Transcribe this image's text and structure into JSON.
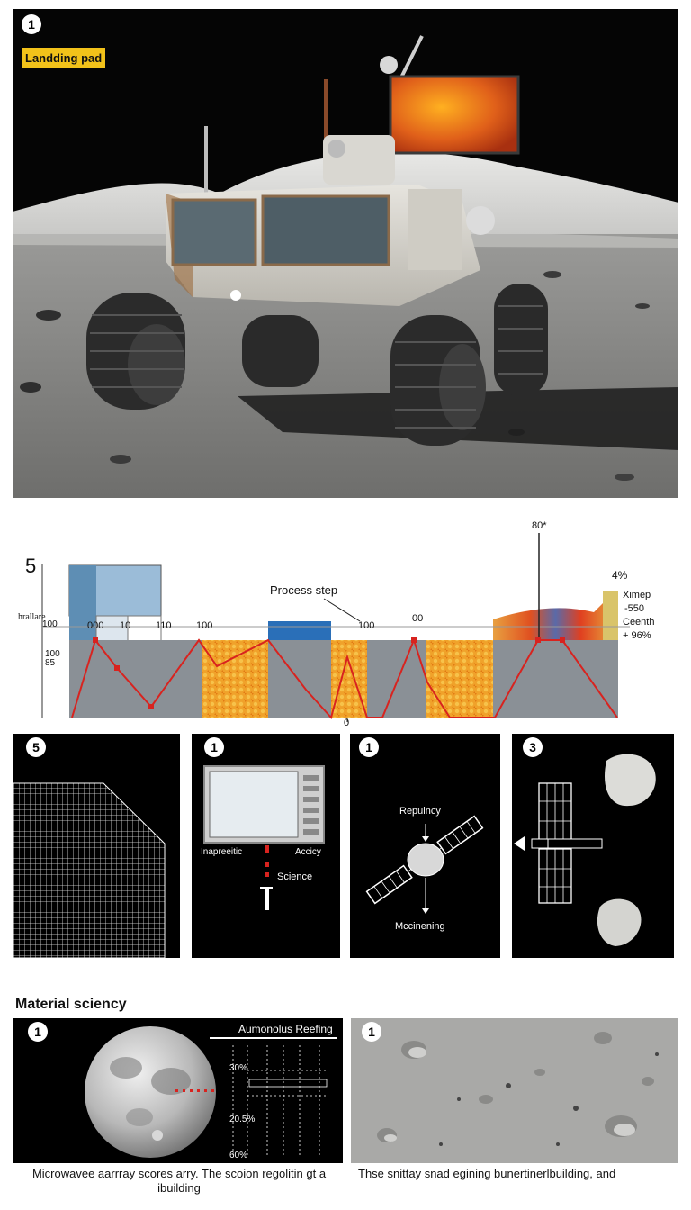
{
  "hero": {
    "badge": "1",
    "label": "Landding pad",
    "label_color": "#f2c21a"
  },
  "process": {
    "badge": "5",
    "ylabel": "hrallare",
    "title": "Process step",
    "top_marker": "80*",
    "bottom_marker": "0",
    "left_ticks": [
      "100",
      "100",
      "85"
    ],
    "row_labels": [
      "000",
      "10",
      "110",
      "100",
      "100",
      "00"
    ],
    "right": {
      "pct": "4%",
      "l1": "Ximep",
      "l2": "-550",
      "l3": "Ceenth",
      "l4": "+ 96%"
    },
    "colors": {
      "gray": "#8a9096",
      "orange": "#f0a22a",
      "blue": "#2a6fb8",
      "red": "#d8231f"
    }
  },
  "panels": [
    {
      "badge": "5"
    },
    {
      "badge": "1",
      "left_label": "Inapreeitic",
      "right_label": "Accicy",
      "bottom_label": "Science"
    },
    {
      "badge": "1",
      "top_label": "Repuincy",
      "bottom_label": "Mccinening"
    },
    {
      "badge": "3"
    }
  ],
  "section_title": "Material sciency",
  "moon_panel": {
    "badge": "1",
    "title": "Aumonolus Reefing",
    "readouts": [
      "30%",
      "20.5%",
      "60%"
    ],
    "caption": "Microwavee aarrray scores arry. The scoion regolitin gt a ibuilding"
  },
  "surface_panel": {
    "badge": "1",
    "caption": "Thse snittay snad egining bunertinerlbuilding, and"
  }
}
